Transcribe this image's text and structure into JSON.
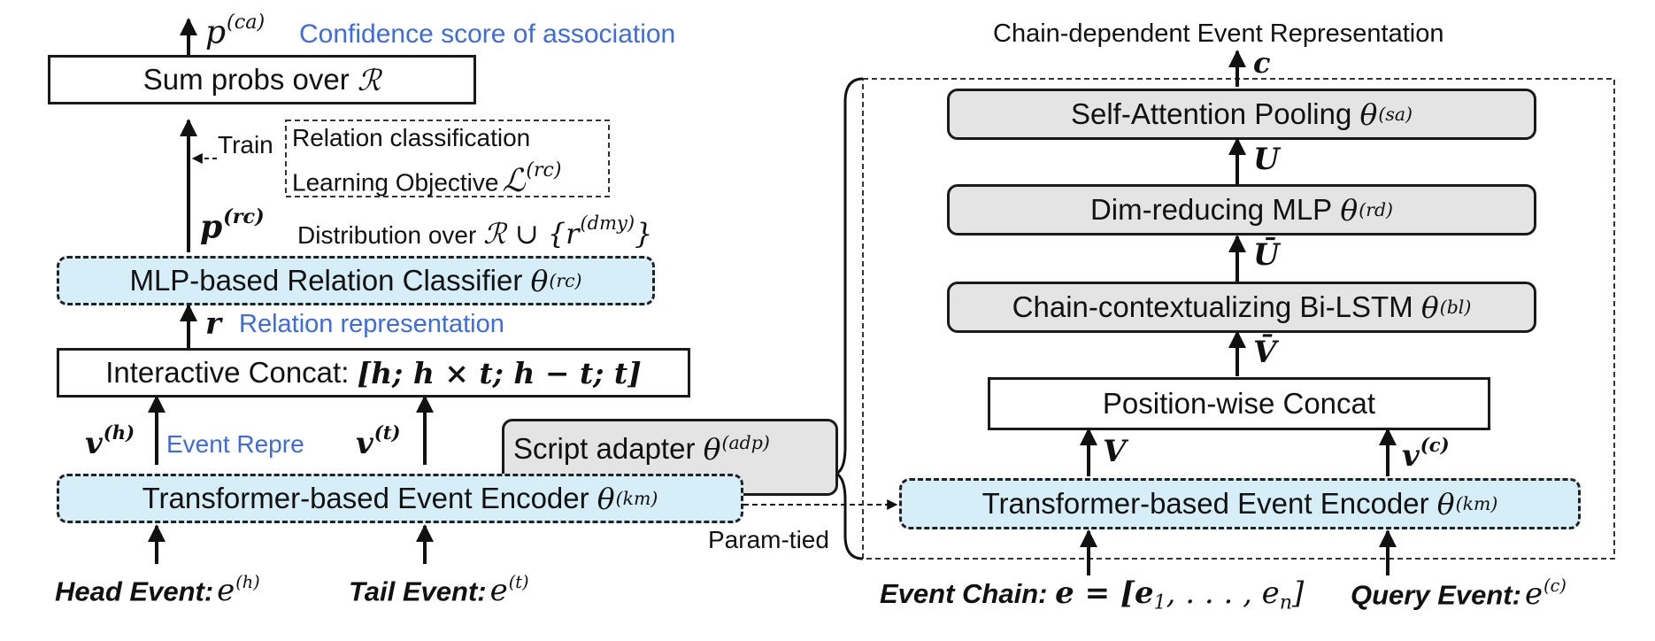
{
  "left": {
    "top_symbol": "p",
    "top_symbol_sup": "(ca)",
    "top_caption": "Confidence score of association",
    "sum_box_prefix": "Sum probs over ",
    "sum_box_symbol": "ℛ",
    "train_label": "Train",
    "objective_line1": "Relation classification",
    "objective_line2": "Learning Objective",
    "objective_symbol": "ℒ",
    "objective_sup": "(rc)",
    "prc_symbol": "p",
    "prc_sup": "(rc)",
    "distribution_prefix": "Distribution over ",
    "distribution_math": "ℛ ∪ {r",
    "distribution_sup": "(dmy)",
    "distribution_close": "}",
    "classifier_label": "MLP-based Relation Classifier ",
    "classifier_theta": "θ",
    "classifier_sup": "(rc)",
    "r_symbol": "r",
    "r_caption": "Relation representation",
    "concat_prefix": "Interactive Concat: ",
    "concat_math": "[h; h × t; h − t; t]",
    "vh_symbol": "v",
    "vh_sup": "(h)",
    "event_repre": "Event Repre",
    "vt_symbol": "v",
    "vt_sup": "(t)",
    "adapter_label": "Script adapter ",
    "adapter_theta": "θ",
    "adapter_sup": "(adp)",
    "encoder_label": "Transformer-based Event Encoder ",
    "encoder_theta": "θ",
    "encoder_sup": "(km)",
    "param_tied": "Param-tied",
    "head_label": "Head Event:",
    "head_symbol": "e",
    "head_sup": "(h)",
    "tail_label": "Tail Event:",
    "tail_symbol": "e",
    "tail_sup": "(t)"
  },
  "right": {
    "title": "Chain-dependent Event Representation",
    "c_symbol": "c",
    "sa_label": "Self-Attention Pooling ",
    "sa_theta": "θ",
    "sa_sup": "(sa)",
    "u_symbol": "U",
    "rd_label": "Dim-reducing MLP",
    "rd_theta": "θ",
    "rd_sup": "(rd)",
    "ubar_symbol": "Ū",
    "bl_label": "Chain-contextualizing Bi-LSTM ",
    "bl_theta": "θ",
    "bl_sup": "(bl)",
    "vbar_symbol": "V̄",
    "pos_label": "Position-wise Concat",
    "V_symbol": "V",
    "vc_symbol": "v",
    "vc_sup": "(c)",
    "encoder_label": "Transformer-based Event Encoder ",
    "encoder_theta": "θ",
    "encoder_sup": "(km)",
    "chain_label": "Event Chain:",
    "chain_math": "e = [e",
    "chain_sub1": "1",
    "chain_mid": ", . . . , e",
    "chain_subn": "n",
    "chain_close": "]",
    "query_label": "Query Event:",
    "query_symbol": "e",
    "query_sup": "(c)"
  },
  "colors": {
    "blue_text": "#3d6be0",
    "encoder_fill": "#d6eef8",
    "gray_fill": "#e4e4e4",
    "stroke": "#1a1a1a"
  }
}
